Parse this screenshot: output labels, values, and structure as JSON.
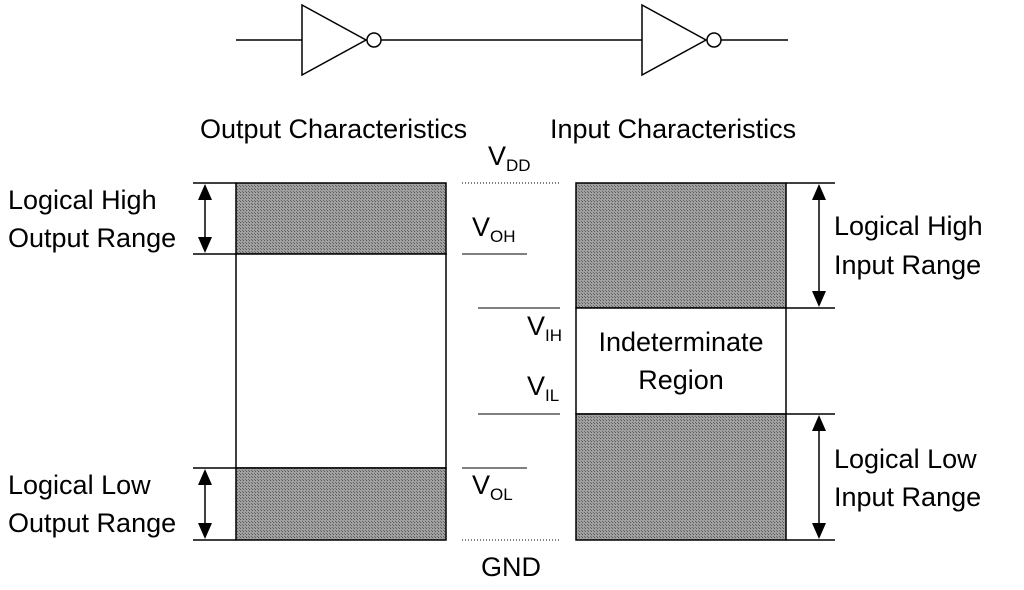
{
  "colors": {
    "band_fill": "#8c8c8c",
    "line": "#000000",
    "background": "#ffffff"
  },
  "headers": {
    "output": "Output Characteristics",
    "input": "Input Characteristics"
  },
  "left_labels": {
    "high_line1": "Logical High",
    "high_line2": "Output Range",
    "low_line1": "Logical Low",
    "low_line2": "Output Range"
  },
  "right_labels": {
    "high_line1": "Logical High",
    "high_line2": "Input Range",
    "low_line1": "Logical Low",
    "low_line2": "Input Range"
  },
  "indeterminate": {
    "line1": "Indeterminate",
    "line2": "Region"
  },
  "voltages": {
    "vdd": {
      "main": "V",
      "sub": "DD"
    },
    "voh": {
      "main": "V",
      "sub": "OH"
    },
    "vih": {
      "main": "V",
      "sub": "IH"
    },
    "vil": {
      "main": "V",
      "sub": "IL"
    },
    "vol": {
      "main": "V",
      "sub": "OL"
    },
    "gnd": "GND"
  },
  "icons": {
    "inverter_1": "inverter-gate-icon",
    "inverter_2": "inverter-gate-icon",
    "arrows": "double-arrow-icon"
  }
}
